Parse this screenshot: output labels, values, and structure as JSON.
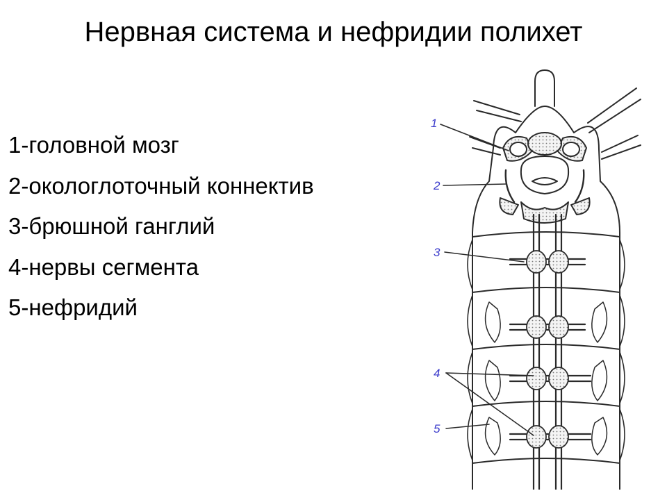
{
  "title": "Нервная система и нефридии полихет",
  "legend": [
    "1-головной мозг",
    "2-окологлоточный коннектив",
    "3-брюшной ганглий",
    "4-нервы сегмента",
    "5-нефридий"
  ],
  "figure": {
    "callouts": [
      "1",
      "2",
      "3",
      "4",
      "5"
    ],
    "colors": {
      "outline": "#2a2a2a",
      "callout": "#3a3acb",
      "stipple": "#d9d9d9"
    }
  }
}
